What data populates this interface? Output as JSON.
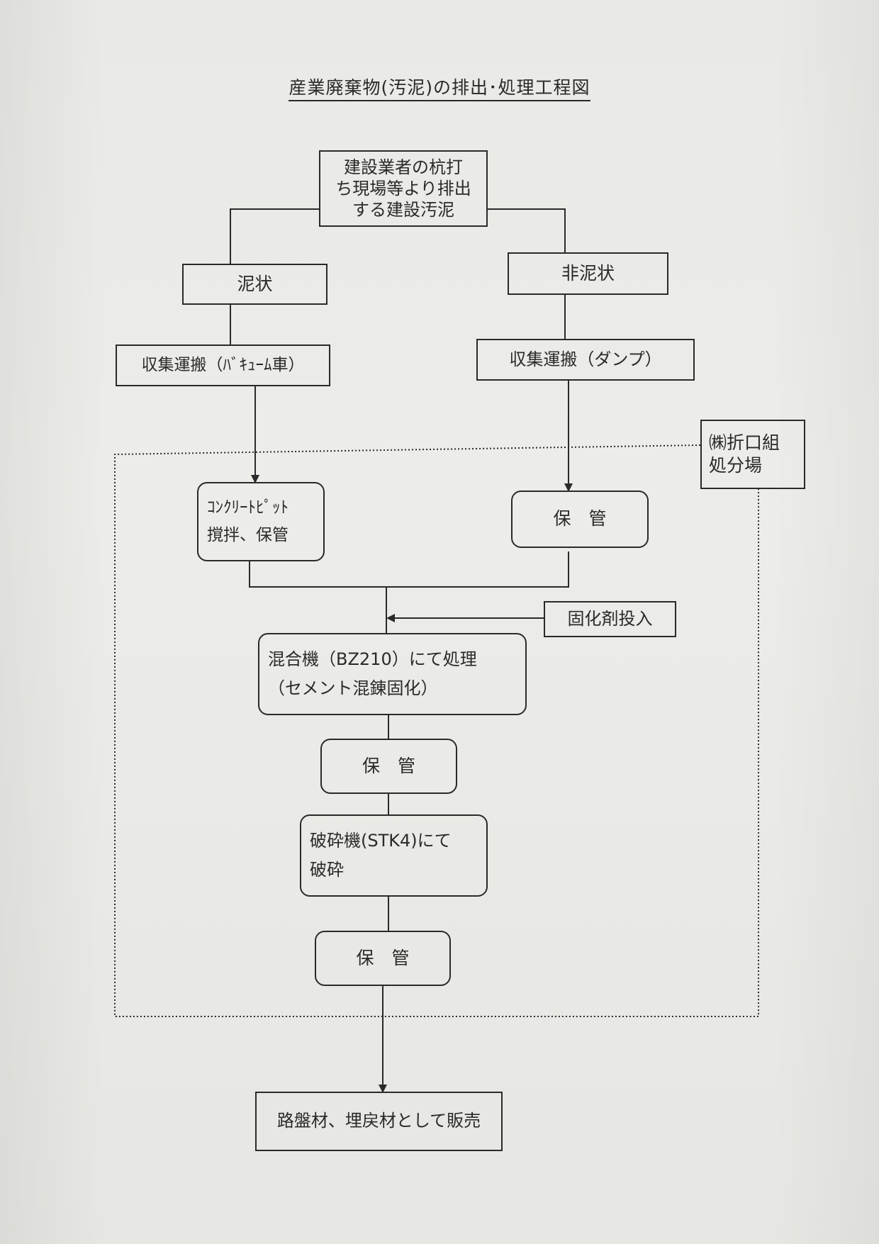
{
  "title": "産業廃棄物(汚泥)の排出･処理工程図",
  "nodes": {
    "source": [
      "建設業者の杭打",
      "ち現場等より排出",
      "する建設汚泥"
    ],
    "sludge": "泥状",
    "non_sludge": "非泥状",
    "collect_vacuum": "収集運搬（ﾊﾞｷｭｰﾑ車）",
    "collect_dump": "収集運搬（ダンプ）",
    "facility_label": [
      "㈱折口組",
      "処分場"
    ],
    "concrete_pit": [
      "ｺﾝｸﾘｰﾄﾋﾟｯﾄ",
      "撹拌、保管"
    ],
    "storage_1": "保　管",
    "solidifier": "固化剤投入",
    "mixer": [
      "混合機（BZ210）にて処理",
      "（セメント混錬固化）"
    ],
    "storage_2": "保　管",
    "crusher": [
      "破砕機(STK4)にて",
      "破砕"
    ],
    "storage_3": "保　管",
    "sale": "路盤材、埋戻材として販売"
  }
}
